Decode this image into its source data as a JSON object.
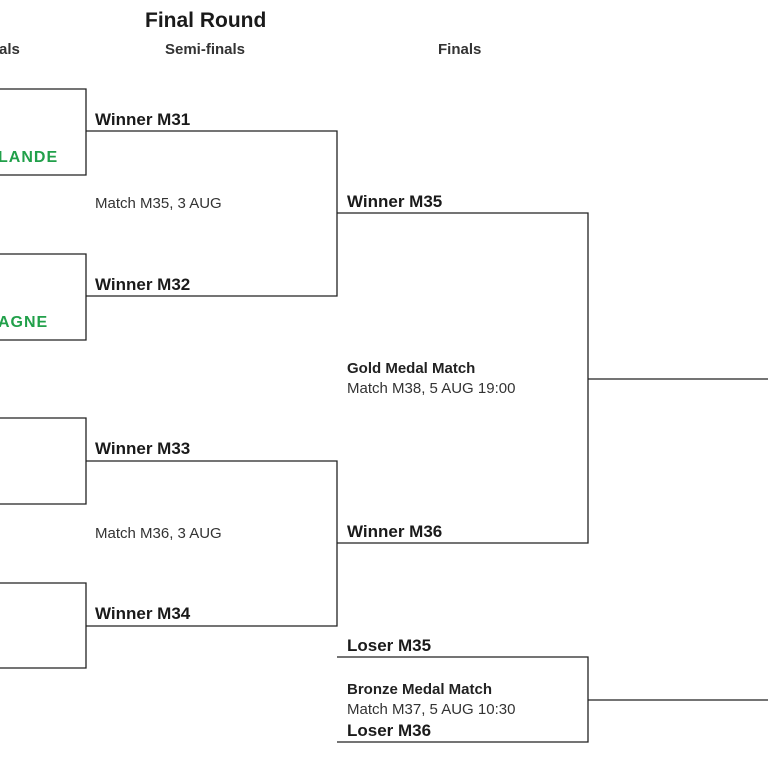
{
  "title": "Final Round",
  "rounds": {
    "quarterfinals_label_fragment": "als",
    "semifinals_label": "Semi-finals",
    "finals_label": "Finals"
  },
  "quarterfinal_teams": {
    "top_fragment": "LANDE",
    "second_fragment": "AGNE"
  },
  "semifinals": {
    "slots": [
      "Winner M31",
      "Winner M32",
      "Winner M33",
      "Winner M34"
    ],
    "match_m35": "Match M35, 3 AUG",
    "match_m36": "Match M36, 3 AUG"
  },
  "finals": {
    "gold_slot_top": "Winner M35",
    "gold_slot_bottom": "Winner M36",
    "gold_title": "Gold Medal Match",
    "gold_info": "Match M38, 5 AUG 19:00",
    "bronze_slot_top": "Loser M35",
    "bronze_title": "Bronze Medal Match",
    "bronze_info": "Match M37, 5 AUG 10:30",
    "bronze_slot_bottom": "Loser M36"
  },
  "colors": {
    "line": "#222222",
    "team_text": "#21a04a"
  }
}
